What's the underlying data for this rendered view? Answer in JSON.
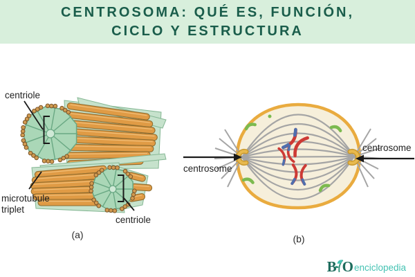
{
  "header": {
    "title_line1": "CENTROSOMA: QUÉ ES, FUNCIÓN,",
    "title_line2": "CICLO Y ESTRUCTURA"
  },
  "figure_a": {
    "caption": "(a)",
    "label_centriole_top": "centriole",
    "label_microtubule_line1": "microtubule",
    "label_microtubule_line2": "triplet",
    "label_centriole_bottom": "centriole"
  },
  "figure_b": {
    "caption": "(b)",
    "label_centrosome_left": "centrosome",
    "label_centrosome_right": "centrosome"
  },
  "logo": {
    "prefix": "B",
    "suffix": "O",
    "text": "enciclopedia"
  },
  "colors": {
    "header_bg": "#d8efdc",
    "header_text": "#1a5d4b",
    "microtubule_orange": "#e09b45",
    "microtubule_outline": "#8f6d30",
    "microtubule_highlight": "#f2c27e",
    "centriole_face_green": "#aad7b7",
    "face_line_green": "#69a883",
    "face_hub_green": "#cfe9d6",
    "triplet_dot_orange": "#d09a50",
    "triplet_dot_outline": "#7a5428",
    "slab_green": "#c6e2cc",
    "slab_outline": "#85b794",
    "cell_cytoplasm": "#f6efdb",
    "cell_membrane": "#e9ab3f",
    "spindle_fiber_gray": "#a5a5a5",
    "chromosome_red": "#cd3a35",
    "centromere_blue": "#4f6fae",
    "organelle_green": "#7cba4f",
    "centrosome_yellow": "#e8b94d",
    "centrosome_outline": "#c9992e",
    "label_text": "#222222",
    "logo_dark": "#1d6b5c",
    "logo_light": "#45c3b3"
  }
}
